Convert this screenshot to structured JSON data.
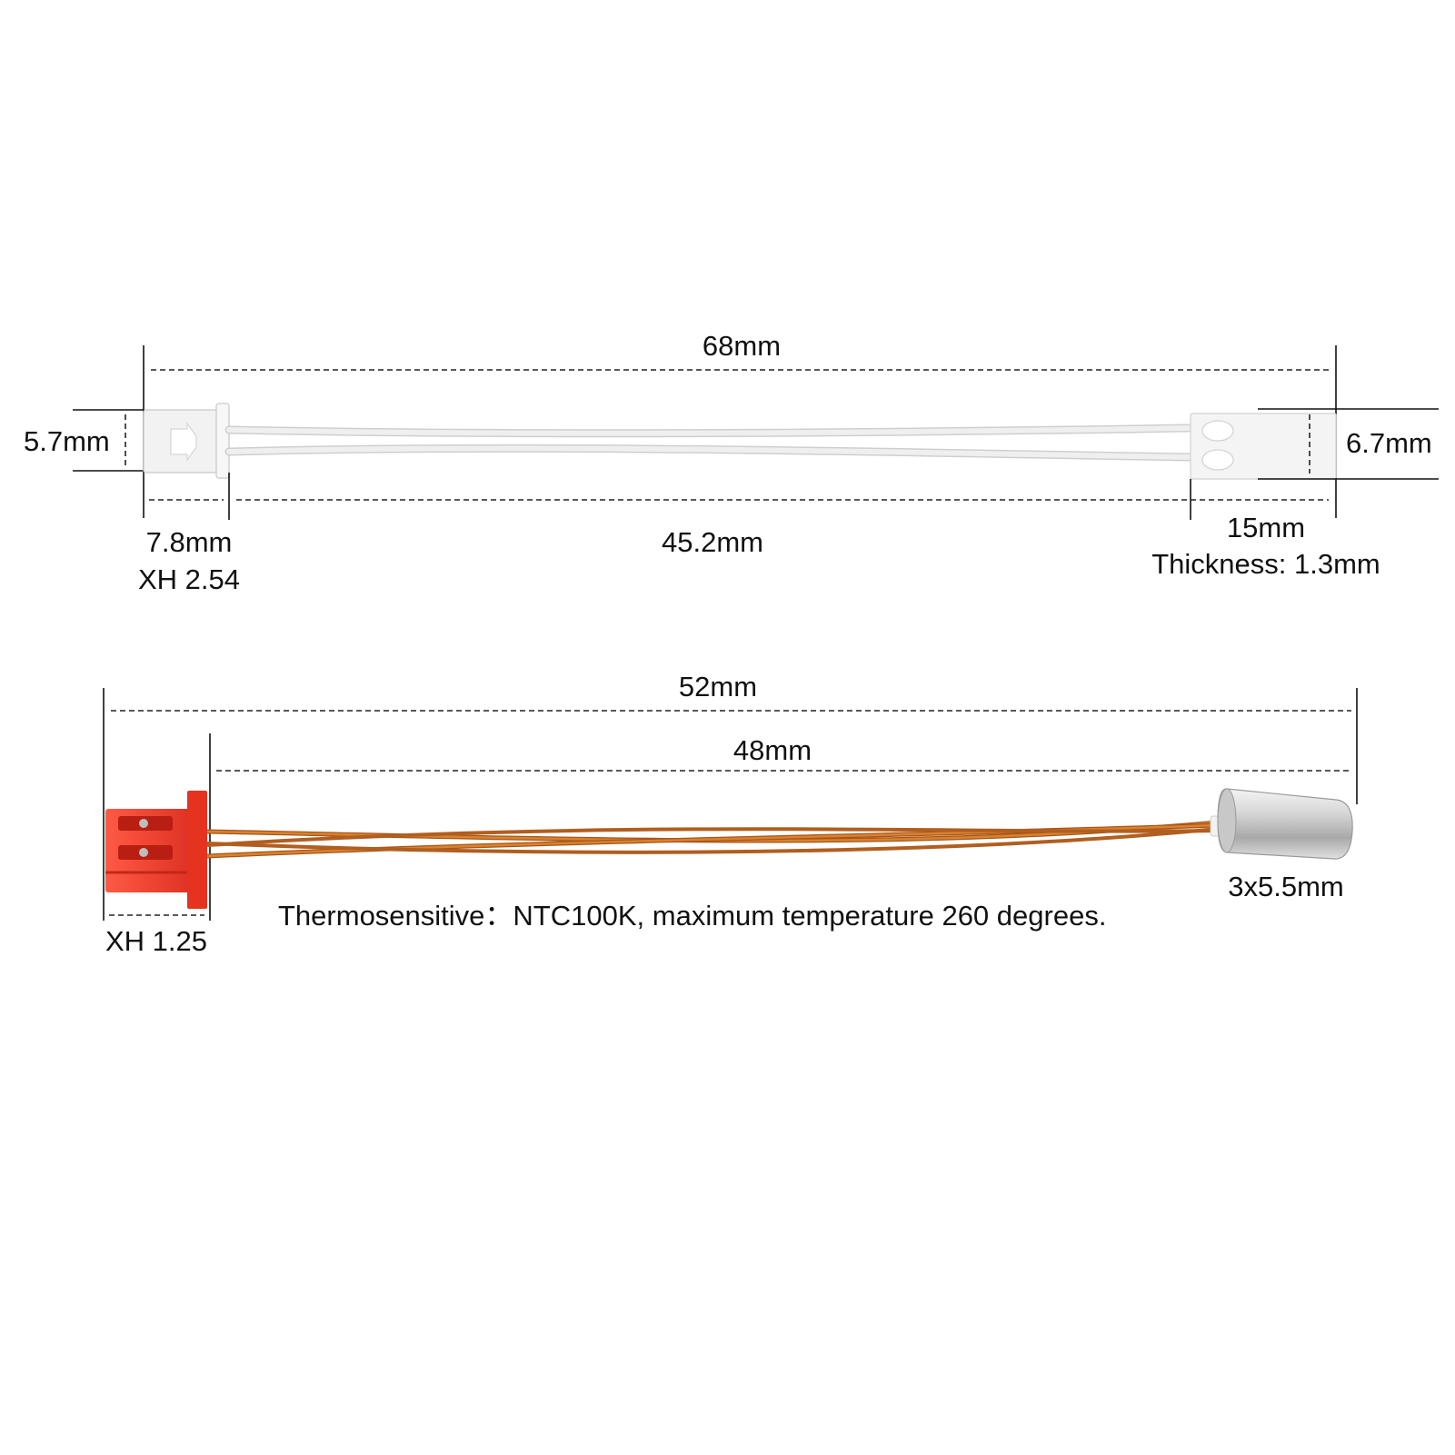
{
  "sensor_1": {
    "overall_length": "68mm",
    "connector_height": "5.7mm",
    "connector_length": "7.8mm",
    "connector_type": "XH 2.54",
    "wire_length": "45.2mm",
    "probe_length": "15mm",
    "probe_thickness": "Thickness: 1.3mm",
    "probe_width": "6.7mm",
    "wire_color": "#e6e6e6",
    "connector_color": "#f2f2f2"
  },
  "sensor_2": {
    "overall_length": "52mm",
    "wire_length": "48mm",
    "connector_type": "XH 1.25",
    "probe_size": "3x5.5mm",
    "description": "Thermosensitive：NTC100K, maximum temperature 260 degrees.",
    "wire_color": "#c56a1c",
    "connector_color": "#e8382a",
    "probe_color": "#cfcfcf"
  }
}
